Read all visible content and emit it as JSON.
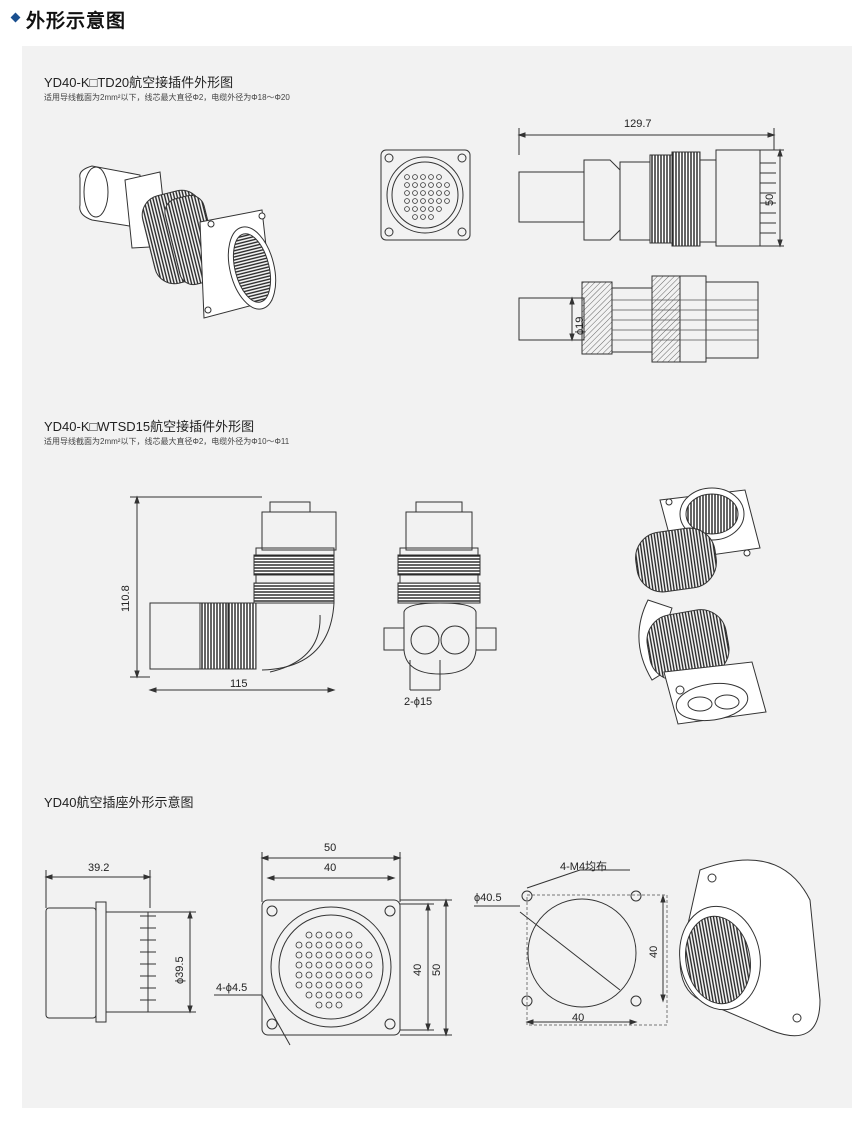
{
  "header": {
    "title": "外形示意图"
  },
  "section1": {
    "title": "YD40-K□TD20航空接插件外形图",
    "note": "适用导线截面为2mm²以下，线芯最大直径Φ2，电缆外径为Φ18～Φ20",
    "dims": {
      "length": "129.7",
      "height": "50",
      "cable_dia": "ϕ19"
    }
  },
  "section2": {
    "title": "YD40-K□WTSD15航空接插件外形图",
    "note": "适用导线截面为2mm²以下，线芯最大直径Φ2，电缆外径为Φ10～Φ11",
    "dims": {
      "height": "110.8",
      "width": "115",
      "holes": "2-ϕ15"
    }
  },
  "section3": {
    "title": "YD40航空插座外形示意图",
    "dims": {
      "side_len": "39.2",
      "side_dia": "ϕ39.5",
      "outer_w": "50",
      "inner_w": "40",
      "inner_h": "40",
      "outer_h": "50",
      "mount_holes": "4-ϕ4.5",
      "thread_holes": "4-M4均布",
      "bore_dia": "ϕ40.5",
      "spacing_h": "40",
      "spacing_w": "40"
    }
  }
}
